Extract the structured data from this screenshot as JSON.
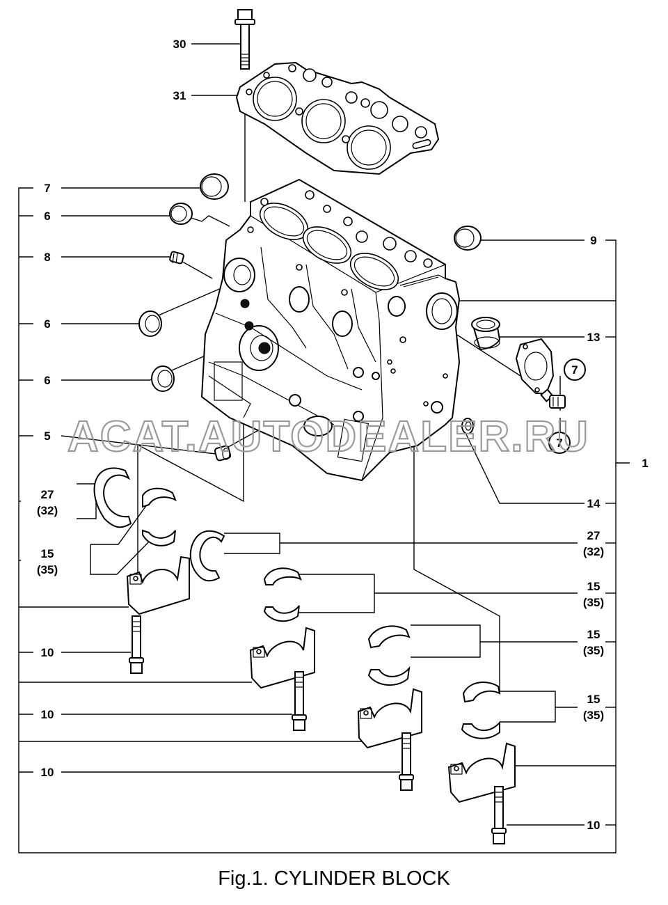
{
  "figure": {
    "caption": "Fig.1.  CYLINDER BLOCK",
    "watermark": "ACAT.AUTODEALER.RU"
  },
  "callouts": {
    "c30": "30",
    "c31": "31",
    "c7": "7",
    "c6a": "6",
    "c8": "8",
    "c6b": "6",
    "c6c": "6",
    "c5": "5",
    "c27l_a": "27",
    "c27l_b": "(32)",
    "c15l_a": "15",
    "c15l_b": "(35)",
    "c10a": "10",
    "c10b": "10",
    "c10c": "10",
    "c9": "9",
    "c13": "13",
    "c7r_a": "7",
    "c7r_b": "7",
    "c1": "1",
    "c14": "14",
    "c27r_a": "27",
    "c27r_b": "(32)",
    "c15r1_a": "15",
    "c15r1_b": "(35)",
    "c15r2_a": "15",
    "c15r2_b": "(35)",
    "c15r3_a": "15",
    "c15r3_b": "(35)",
    "c10r": "10"
  }
}
